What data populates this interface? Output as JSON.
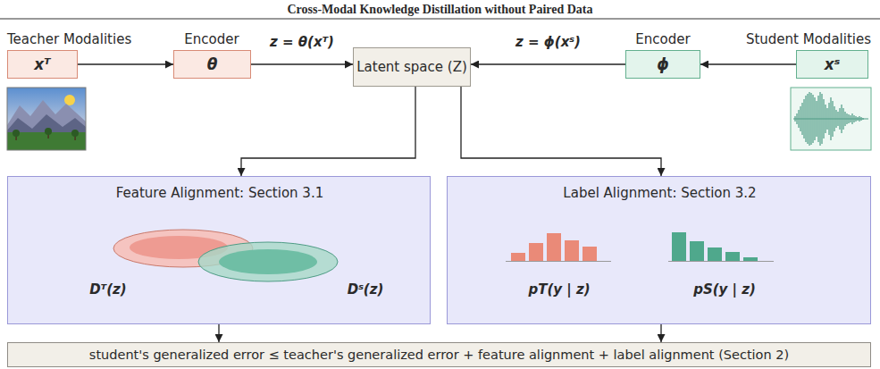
{
  "diagram": {
    "title": "Cross-Modal Knowledge Distillation without Paired Data",
    "nodes": [
      {
        "text": [
          "xᵀ"
        ]
      },
      {
        "text": [
          "θ"
        ]
      },
      {
        "text": [
          "Latent space (Z)"
        ]
      },
      {
        "text": [
          "ϕ"
        ]
      },
      {
        "text": [
          "xˢ"
        ]
      },
      {
        "text": [
          "Feature Alignment: Section 3.1",
          "Dᵀ(z)",
          "Dˢ(z)"
        ]
      },
      {
        "text": [
          "Label Alignment: Section 3.2",
          "pT(y | z)",
          "pS(y | z)"
        ]
      },
      {
        "text": [
          "student's generalized error ≤ teacher's generalized error + feature alignment + label alignment (Section 2)"
        ]
      }
    ],
    "edges": [
      {
        "from": 0,
        "to": 1,
        "arrow": "to"
      },
      {
        "from": 1,
        "to": 2,
        "label": "z = θ(xᵀ)",
        "arrow": "to"
      },
      {
        "from": 4,
        "to": 3,
        "arrow": "to"
      },
      {
        "from": 3,
        "to": 2,
        "label": "z = ϕ(xˢ)",
        "arrow": "to"
      },
      {
        "from": 2,
        "to": 5,
        "arrow": "to"
      },
      {
        "from": 2,
        "to": 6,
        "arrow": "to"
      },
      {
        "from": 5,
        "to": 7,
        "arrow": "to"
      },
      {
        "from": 6,
        "to": 7,
        "arrow": "to"
      }
    ],
    "labels": [
      "Teacher Modalities",
      "Encoder",
      "Encoder",
      "Student Modalities"
    ]
  }
}
